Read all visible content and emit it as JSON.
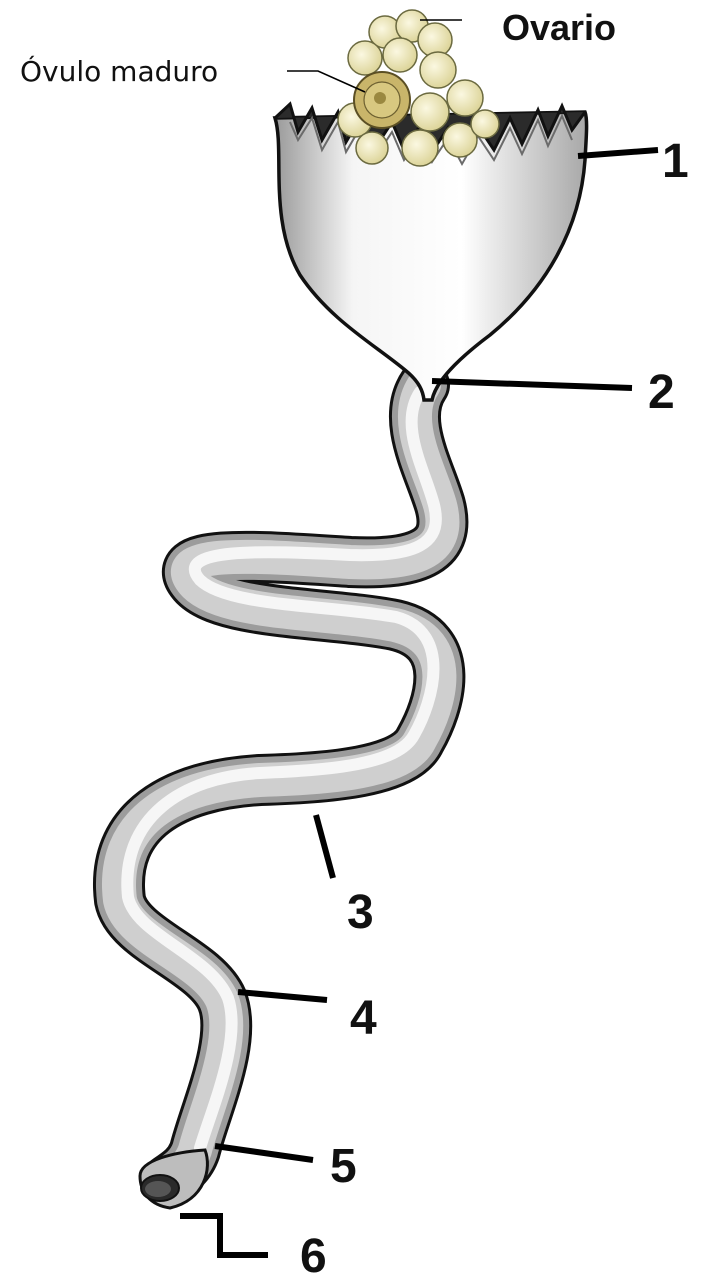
{
  "labels": {
    "ovary": "Ovario",
    "mature_ovum": "Óvulo maduro",
    "n1": "1",
    "n2": "2",
    "n3": "3",
    "n4": "4",
    "n5": "5",
    "n6": "6"
  },
  "colors": {
    "tube_fill": "#d2d2d2",
    "tube_highlight": "#f7f7f7",
    "tube_shadow": "#8a8a8a",
    "ovary_fill": "#e9e2ae",
    "ovum_fill": "#c9b56a",
    "outline": "#111111"
  }
}
